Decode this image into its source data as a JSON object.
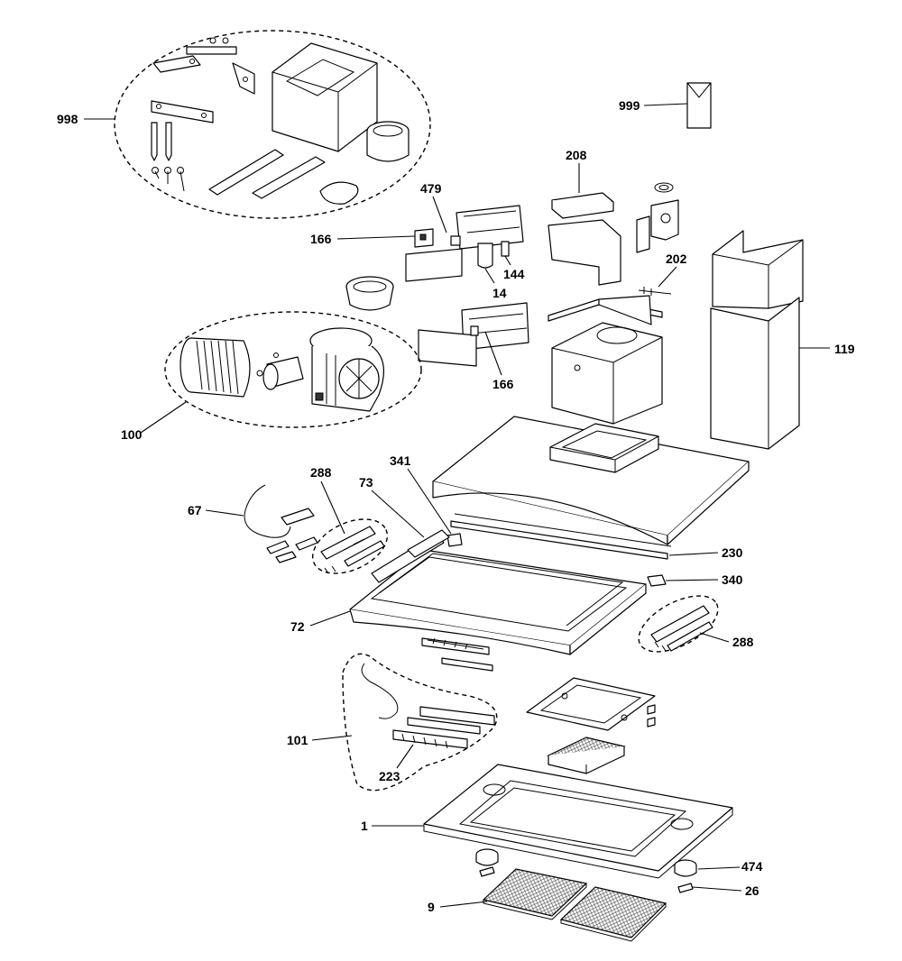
{
  "diagram": {
    "part_labels": {
      "p998": "998",
      "p999": "999",
      "p208": "208",
      "p479": "479",
      "p166a": "166",
      "p202": "202",
      "p144": "144",
      "p14": "14",
      "p119": "119",
      "p166b": "166",
      "p100": "100",
      "p341": "341",
      "p288a": "288",
      "p73": "73",
      "p67": "67",
      "p230": "230",
      "p340": "340",
      "p72": "72",
      "p288b": "288",
      "p101": "101",
      "p223": "223",
      "p1": "1",
      "p474": "474",
      "p26": "26",
      "p9": "9"
    }
  }
}
